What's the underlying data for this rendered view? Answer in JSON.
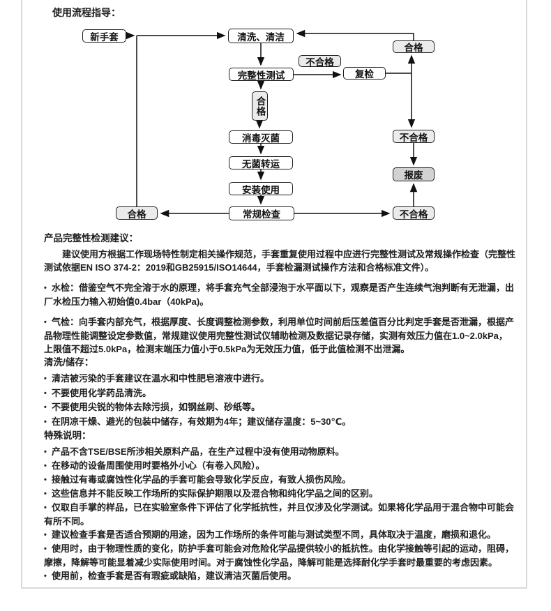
{
  "ui": {
    "bullet": "•"
  },
  "title": "使用流程指导：",
  "flowchart": {
    "nodes": {
      "new_glove": "新手套",
      "wash": "清洗、清洁",
      "pass_top": "合格",
      "fail_mid_label": "不合格",
      "integrity_test": "完整性测试",
      "recheck": "复检",
      "pass_mid": "合格",
      "sterilize": "消毒灭菌",
      "fail_right": "不合格",
      "sterile_transfer": "无菌转运",
      "scrap": "报废",
      "install_use": "安装使用",
      "routine_check": "常规检查",
      "pass_bottom": "合格",
      "fail_bottom": "不合格"
    }
  },
  "integrity_section": {
    "heading": "产品完整性检测建议：",
    "intro": "建议使用方根据工作现场特性制定相关操作规范，手套重复使用过程中应进行完整性测试及常规操作检查（完整性测试依据EN ISO 374-2：2019和GB25915/ISO14644，手套检漏测试操作方法和合格标准文件）。",
    "bullets": [
      "水检：借鉴空气不完全溶于水的原理，将手套充气全部浸泡于水平面以下，观察是否产生连续气泡判断有无泄漏，出厂水检压力输入初始值0.4bar（40kPa)。",
      "气检：向手套内部充气，根据厚度、长度调整检测参数，利用单位时间前后压差值百分比判定手套是否泄漏，根据产品物理性能调整设定参数值，常规建议使用完整性测试仪辅助检测及数据记录存储，实测有效压力值在1.0~2.0kPa，上限值不超过5.0kPa，检测末端压力值小于0.5kPa为无效压力值，低于此值检测不出泄漏。"
    ]
  },
  "cleaning_section": {
    "heading": "清洗/储存：",
    "bullets": [
      "清洁被污染的手套建议在温水和中性肥皂溶液中进行。",
      "不要使用化学药品清洗。",
      "不要使用尖锐的物体去除污损，如钢丝刷、砂纸等。",
      "在阴凉干燥、避光的包装中储存，有效期为4年；建议储存温度：5~30℃。"
    ]
  },
  "special_section": {
    "heading": "特殊说明：",
    "bullets": [
      "产品不含TSE/BSE所涉相关原料产品，在生产过程中没有使用动物原料。",
      "在移动的设备周围使用时要格外小心（有卷入风险）。",
      "接触过有毒或腐蚀性化学品的手套可能会导致化学反应，有致人损伤风险。",
      "这些信息并不能反映工作场所的实际保护期限以及混合物和纯化学品之间的区别。",
      "仅取自手掌的样品，已在实验室条件下评估了化学抵抗性，并且仅涉及化学测试。如果将化学品用于混合物中可能会有所不同。",
      "建议检查手套是否适合预期的用途，因为工作场所的条件可能与测试类型不同，具体取决于温度，磨损和退化。",
      "使用时，由于物理性质的变化，防护手套可能会对危险化学品提供较小的抵抗性。由化学接触等引起的运动，阻碍，摩擦，降解等可能显着减少实际使用时间。对于腐蚀性化学品，降解可能是选择耐化学手套时最重要的考虑因素。",
      "使用前，检查手套是否有瑕疵或缺陷，建议清洁灭菌后使用。"
    ]
  },
  "colors": {
    "box_fill_light": "#ebebeb",
    "box_fill_dark": "#d2d2d2",
    "box_border": "#1e1e1e",
    "page_border": "#d9d9d9"
  }
}
